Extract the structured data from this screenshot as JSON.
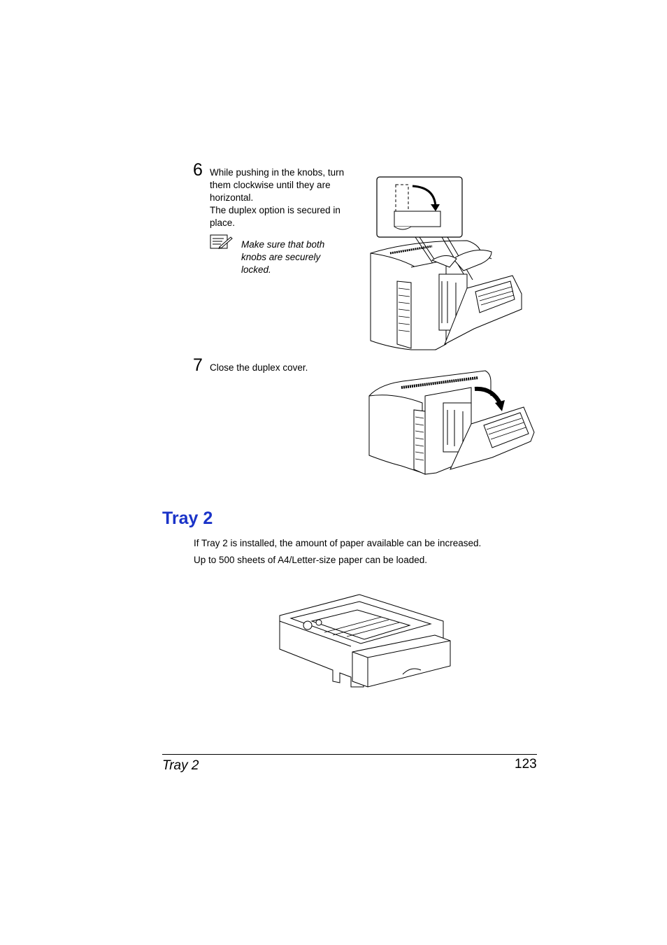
{
  "steps": [
    {
      "number": "6",
      "lines": [
        "While pushing in the knobs, turn",
        "them clockwise until they are",
        "horizontal.",
        "The duplex option is secured in",
        "place."
      ],
      "note_lines": [
        "Make sure that both",
        "knobs are securely",
        "locked."
      ]
    },
    {
      "number": "7",
      "lines": [
        "Close the duplex cover."
      ]
    }
  ],
  "section": {
    "title": "Tray 2",
    "paragraphs": [
      "If Tray 2 is installed, the amount of paper available can be increased.",
      "Up to 500 sheets of A4/Letter-size paper can be loaded."
    ]
  },
  "footer": {
    "section": "Tray 2",
    "page_number": "123"
  },
  "colors": {
    "heading": "#1a33c8"
  },
  "icons": [
    "note-icon",
    "knob-rotate-illustration",
    "close-duplex-cover-illustration",
    "tray-2-illustration"
  ]
}
